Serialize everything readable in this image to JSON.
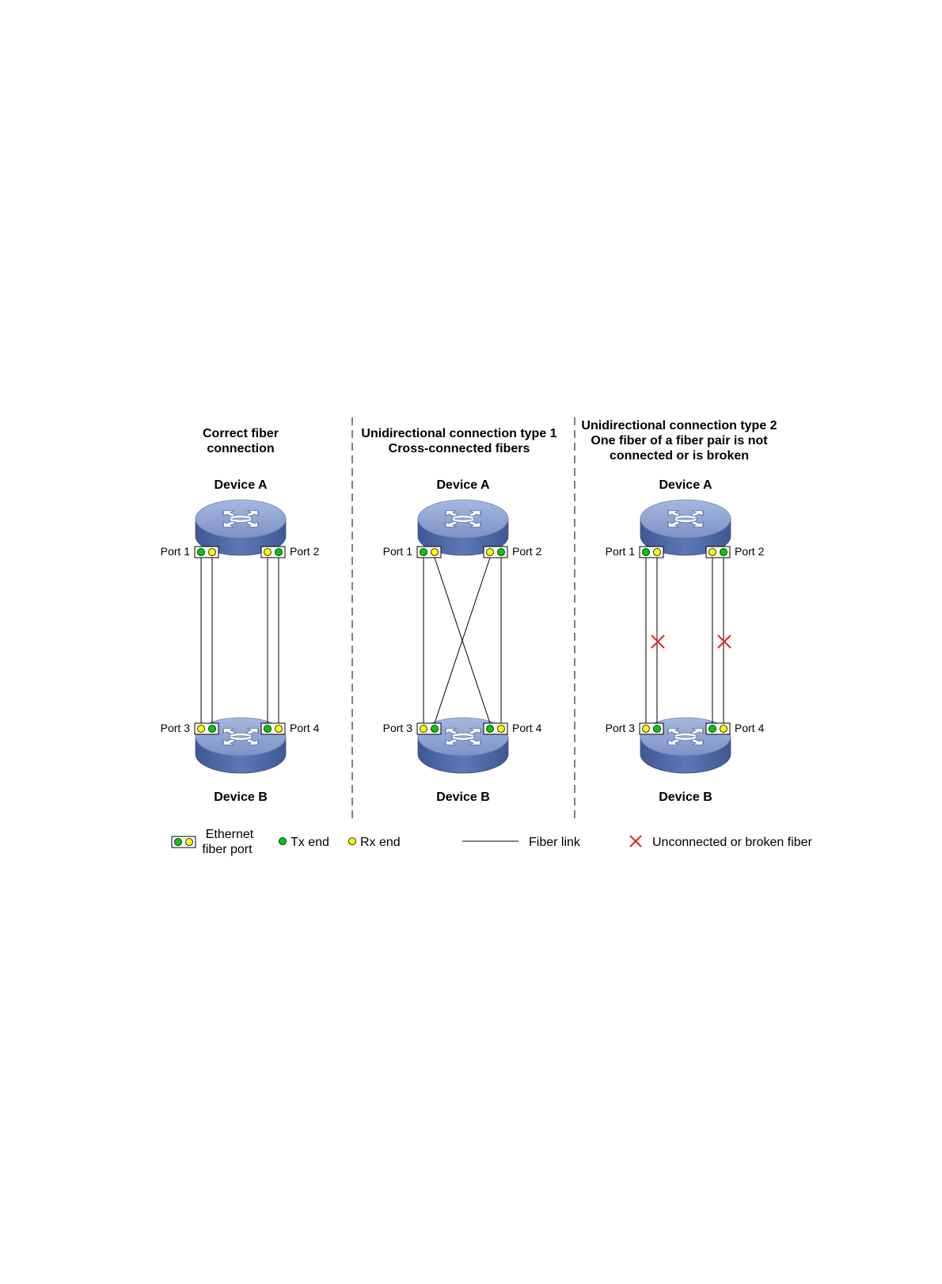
{
  "panels": [
    {
      "id": "correct",
      "title_lines": [
        "Correct fiber",
        "connection"
      ],
      "device_top": "Device A",
      "device_bottom": "Device B",
      "port_labels": [
        "Port 1",
        "Port 2",
        "Port 3",
        "Port 4"
      ]
    },
    {
      "id": "type1",
      "title_lines": [
        "Unidirectional connection type 1",
        "Cross-connected fibers"
      ],
      "device_top": "Device A",
      "device_bottom": "Device B",
      "port_labels": [
        "Port 1",
        "Port 2",
        "Port 3",
        "Port 4"
      ]
    },
    {
      "id": "type2",
      "title_lines": [
        "Unidirectional connection type 2",
        "One fiber of a fiber pair is not",
        "connected or is broken"
      ],
      "device_top": "Device A",
      "device_bottom": "Device B",
      "port_labels": [
        "Port 1",
        "Port 2",
        "Port 3",
        "Port 4"
      ]
    }
  ],
  "legend": {
    "port_lines": [
      "Ethernet",
      "fiber port"
    ],
    "tx": "Tx end",
    "rx": "Rx end",
    "fiber": "Fiber link",
    "broken": "Unconnected or broken fiber"
  },
  "colors": {
    "tx": "#00cc00",
    "rx": "#ffff00",
    "device_top": "#8ea4d2",
    "device_side": "#4f6aa6",
    "broken_mark": "#e52521",
    "divider": "#000000"
  }
}
